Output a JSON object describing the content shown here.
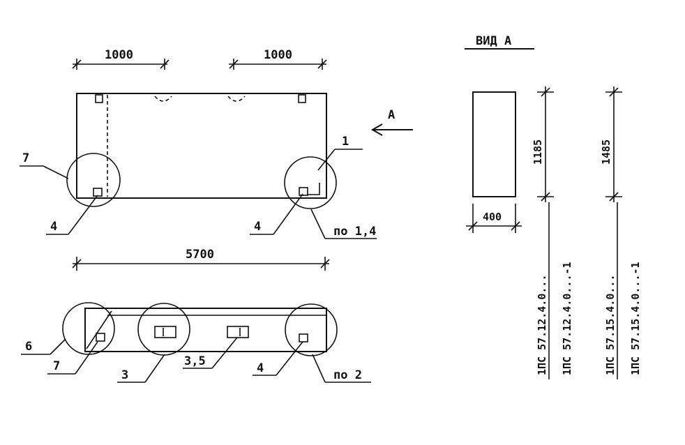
{
  "dimensions": {
    "top_left": "1000",
    "top_right": "1000",
    "total_length": "5700",
    "view_height_1": "1185",
    "view_height_2": "1485",
    "view_width": "400"
  },
  "labels": {
    "view_title": "ВИД А",
    "arrow_label": "А",
    "callout_7_top": "7",
    "callout_1": "1",
    "callout_4_left": "4",
    "callout_4_right": "4",
    "callout_po14": "по 1,4",
    "callout_6": "6",
    "callout_7_bottom": "7",
    "callout_3": "3",
    "callout_35": "3,5",
    "callout_4_bottom": "4",
    "callout_po2": "по 2"
  },
  "marks": {
    "m1": "1ПС 57.12.4.0...",
    "m2": "1ПС 57.12.4.0...-1",
    "m3": "1ПС 57.15.4.0...",
    "m4": "1ПС 57.15.4.0...-1"
  }
}
